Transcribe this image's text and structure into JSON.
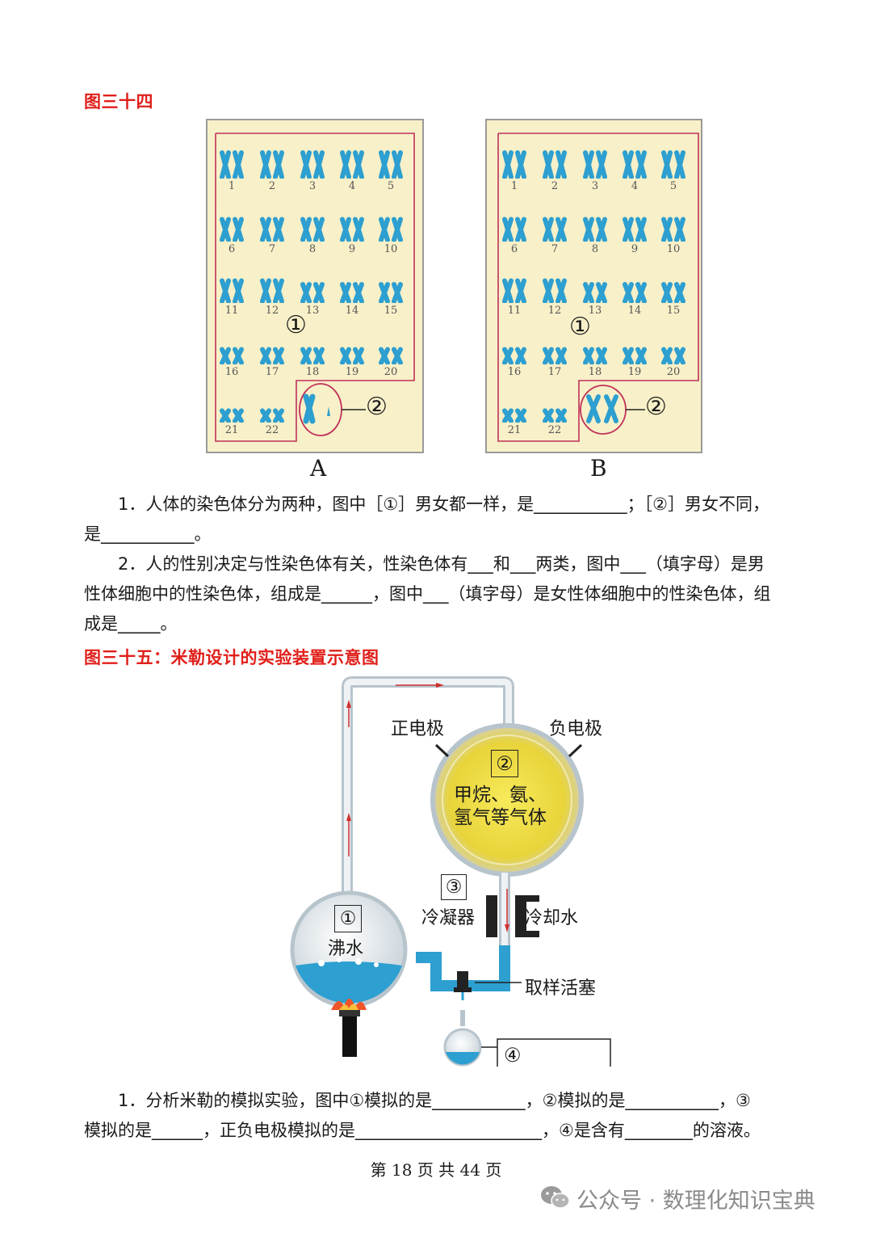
{
  "fig34": {
    "heading": "图三十四",
    "panel_a": {
      "letter": "A",
      "numbers": [
        "1",
        "2",
        "3",
        "4",
        "5",
        "6",
        "7",
        "8",
        "9",
        "10",
        "11",
        "12",
        "13",
        "14",
        "15",
        "16",
        "17",
        "18",
        "19",
        "20",
        "21",
        "22"
      ],
      "label1": "①",
      "label2": "②"
    },
    "panel_b": {
      "letter": "B",
      "numbers": [
        "1",
        "2",
        "3",
        "4",
        "5",
        "6",
        "7",
        "8",
        "9",
        "10",
        "11",
        "12",
        "13",
        "14",
        "15",
        "16",
        "17",
        "18",
        "19",
        "20",
        "21",
        "22"
      ],
      "label1": "①",
      "label2": "②"
    }
  },
  "q34": {
    "q1_line1": "1．人体的染色体分为两种，图中［①］男女都一样，是___________；［②］男女不同，",
    "q1_line2": "是___________。",
    "q2_line1": "2．人的性别决定与性染色体有关，性染色体有___和___两类，图中___（填字母）是男",
    "q2_line2": "性体细胞中的性染色体，组成是______，图中___（填字母）是女性体细胞中的性染色体，组",
    "q2_line3": "成是_____。"
  },
  "fig35": {
    "heading": "图三十五：米勒设计的实验装置示意图",
    "positive_electrode": "正电极",
    "negative_electrode": "负电极",
    "label2": "②",
    "gas_line1": "甲烷、氨、",
    "gas_line2": "氢气等气体",
    "label3": "③",
    "condenser": "冷凝器",
    "cooling_water": "冷却水",
    "label1": "①",
    "boiling_water": "沸水",
    "stopcock": "取样活塞",
    "label4": "④"
  },
  "q35": {
    "line1": "1．分析米勒的模拟实验，图中①模拟的是___________，②模拟的是___________，③",
    "line2": "模拟的是______，正负电极模拟的是______________________，④是含有________的溶液。"
  },
  "footer": {
    "page": "第 18 页 共 44 页"
  },
  "watermark": {
    "text": "公众号 · 数理化知识宝典",
    "icon": "wechat-icon"
  },
  "colors": {
    "heading": "#e0201b",
    "chromosome": "#2d9fd0",
    "panel_bg": "#f8f0c8",
    "outline": "#c0305a"
  }
}
